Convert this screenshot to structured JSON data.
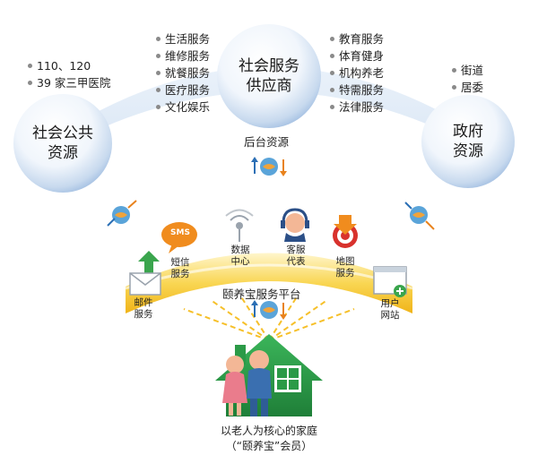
{
  "nodes": {
    "provider": {
      "label_line1": "社会服务",
      "label_line2": "供应商"
    },
    "public": {
      "label_line1": "社会公共",
      "label_line2": "资源"
    },
    "government": {
      "label_line1": "政府",
      "label_line2": "资源"
    }
  },
  "public_list": [
    "110、120",
    "39 家三甲医院"
  ],
  "provider_left_list": [
    "生活服务",
    "维修服务",
    "就餐服务",
    "医疗服务",
    "文化娱乐"
  ],
  "provider_right_list": [
    "教育服务",
    "体育健身",
    "机构养老",
    "特需服务",
    "法律服务"
  ],
  "government_list": [
    "街道",
    "居委"
  ],
  "backend_label": "后台资源",
  "platform": {
    "label": "颐养宝服务平台",
    "sms_badge": "SMS",
    "services": {
      "email": {
        "line1": "邮件",
        "line2": "服务"
      },
      "sms": {
        "line1": "短信",
        "line2": "服务"
      },
      "data": {
        "line1": "数据",
        "line2": "中心"
      },
      "agent": {
        "line1": "客服",
        "line2": "代表"
      },
      "map": {
        "line1": "地图",
        "line2": "服务"
      },
      "web": {
        "line1": "用户",
        "line2": "网站"
      }
    }
  },
  "family": {
    "line1": "以老人为核心的家庭",
    "line2": "（“颐养宝”会员）"
  },
  "colors": {
    "arc_blue": "#dce9f6",
    "platform_yellow": "#f7c21f",
    "house_green": "#2b9a47",
    "sms_orange": "#f08c1e"
  }
}
